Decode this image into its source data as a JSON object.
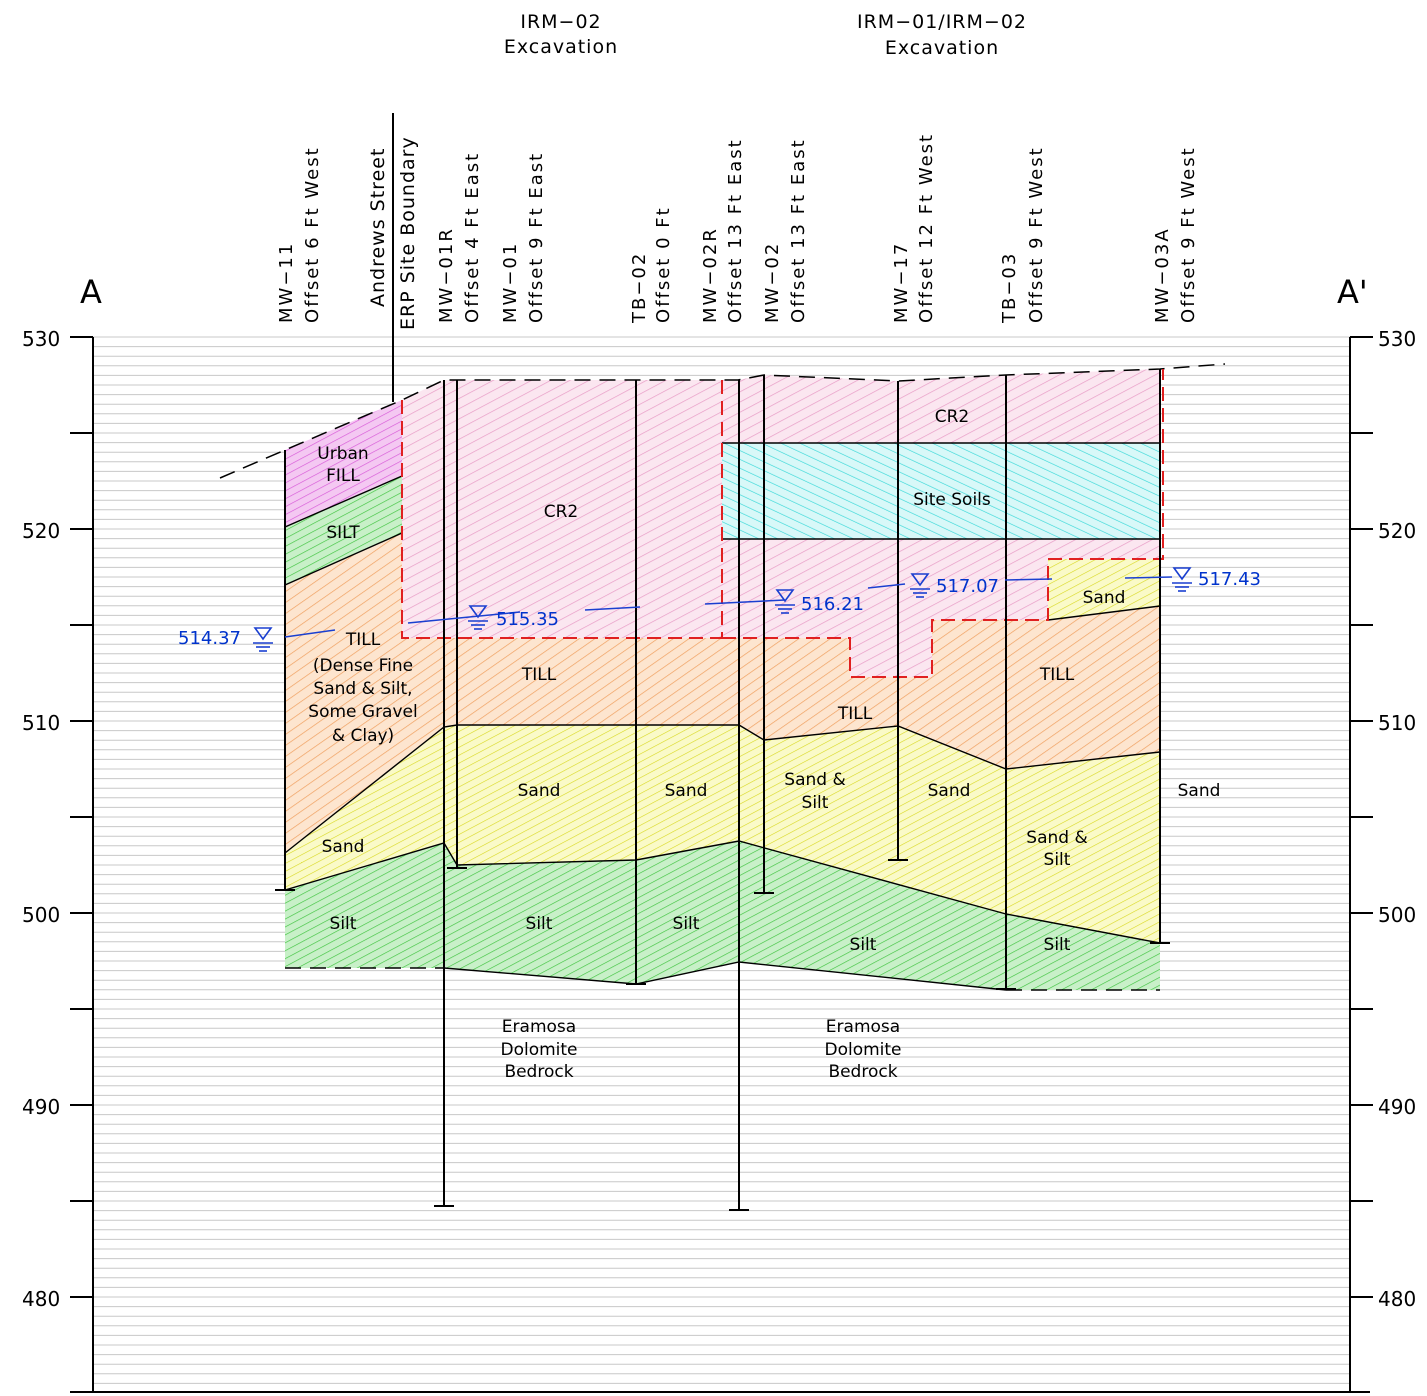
{
  "section": {
    "left_label": "A",
    "right_label": "A'"
  },
  "colors": {
    "fill_pink": "#e89cc6",
    "cr2": "#f4a6c8",
    "silt_green": "#3fc43f",
    "till_orange": "#f0a060",
    "sand_yellow": "#e6e62e",
    "site_soils_cyan": "#38d8d8",
    "excavation_red": "#e02020",
    "water_blue": "#1a3fd0",
    "grid": "#c8c8c8"
  },
  "y_axis": {
    "ticks": [
      "530",
      "520",
      "510",
      "500",
      "490",
      "480"
    ]
  },
  "excavations": [
    {
      "line1": "IRM−02",
      "line2": "Excavation"
    },
    {
      "line1": "IRM−01/IRM−02",
      "line2": "Excavation"
    }
  ],
  "street": {
    "line1": "Andrews Street",
    "line2": "ERP Site Boundary"
  },
  "boreholes": [
    {
      "id": "MW−11",
      "offset": "Offset 6 Ft West"
    },
    {
      "id": "MW−01R",
      "offset": "Offset 4 Ft East"
    },
    {
      "id": "MW−01",
      "offset": "Offset 9 Ft East"
    },
    {
      "id": "TB−02",
      "offset": "Offset 0 Ft"
    },
    {
      "id": "MW−02R",
      "offset": "Offset 13 Ft East"
    },
    {
      "id": "MW−02",
      "offset": "Offset 13 Ft East"
    },
    {
      "id": "MW−17",
      "offset": "Offset 12 Ft West"
    },
    {
      "id": "TB−03",
      "offset": "Offset 9 Ft West"
    },
    {
      "id": "MW−03A",
      "offset": "Offset 9 Ft West"
    }
  ],
  "units": {
    "urban_fill": [
      "Urban",
      "FILL"
    ],
    "silt_upper": "SILT",
    "till_desc": [
      "TILL",
      "(Dense Fine",
      "Sand & Silt,",
      "Some Gravel",
      "& Clay)"
    ],
    "cr2": "CR2",
    "site_soils": "Site Soils",
    "till": "TILL",
    "sand": "Sand",
    "sand_silt": [
      "Sand &",
      "Silt"
    ],
    "silt": "Silt",
    "bedrock": [
      "Eramosa",
      "Dolomite",
      "Bedrock"
    ]
  },
  "water_levels": [
    "514.37",
    "515.35",
    "516.21",
    "517.07",
    "517.43"
  ]
}
